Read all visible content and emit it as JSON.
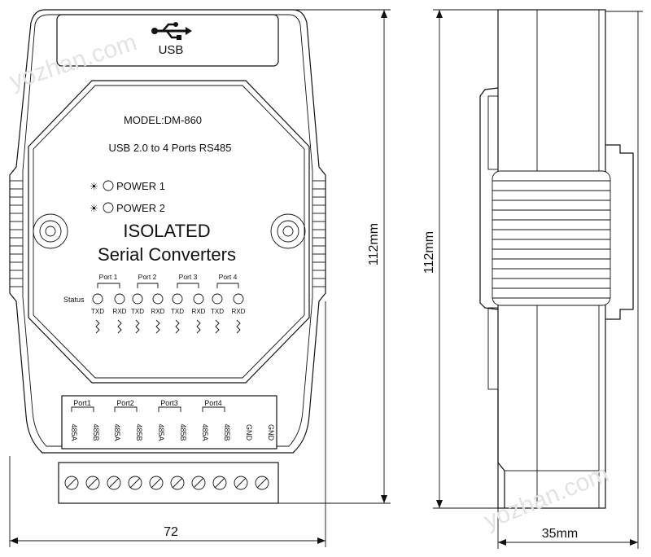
{
  "front": {
    "usb_label": "USB",
    "model": "MODEL:DM-860",
    "description": "USB 2.0 to 4 Ports RS485",
    "power_leds": [
      "POWER 1",
      "POWER 2"
    ],
    "title_line1": "ISOLATED",
    "title_line2": "Serial Converters",
    "status_label": "Status",
    "ports": [
      "Port 1",
      "Port 2",
      "Port 3",
      "Port 4"
    ],
    "led_labels": [
      "TXD",
      "RXD",
      "TXD",
      "RXD",
      "TXD",
      "RXD",
      "TXD",
      "RXD"
    ],
    "terminal_ports": [
      "Port1",
      "Port2",
      "Port3",
      "Port4"
    ],
    "terminal_labels": [
      "485A",
      "485B",
      "485A",
      "485B",
      "485A",
      "485B",
      "485A",
      "485B",
      "GND",
      "GND"
    ]
  },
  "dimensions": {
    "width": "72",
    "height_front": "112mm",
    "height_side": "112mm",
    "depth": "35mm"
  },
  "watermark": "yozhan.com"
}
